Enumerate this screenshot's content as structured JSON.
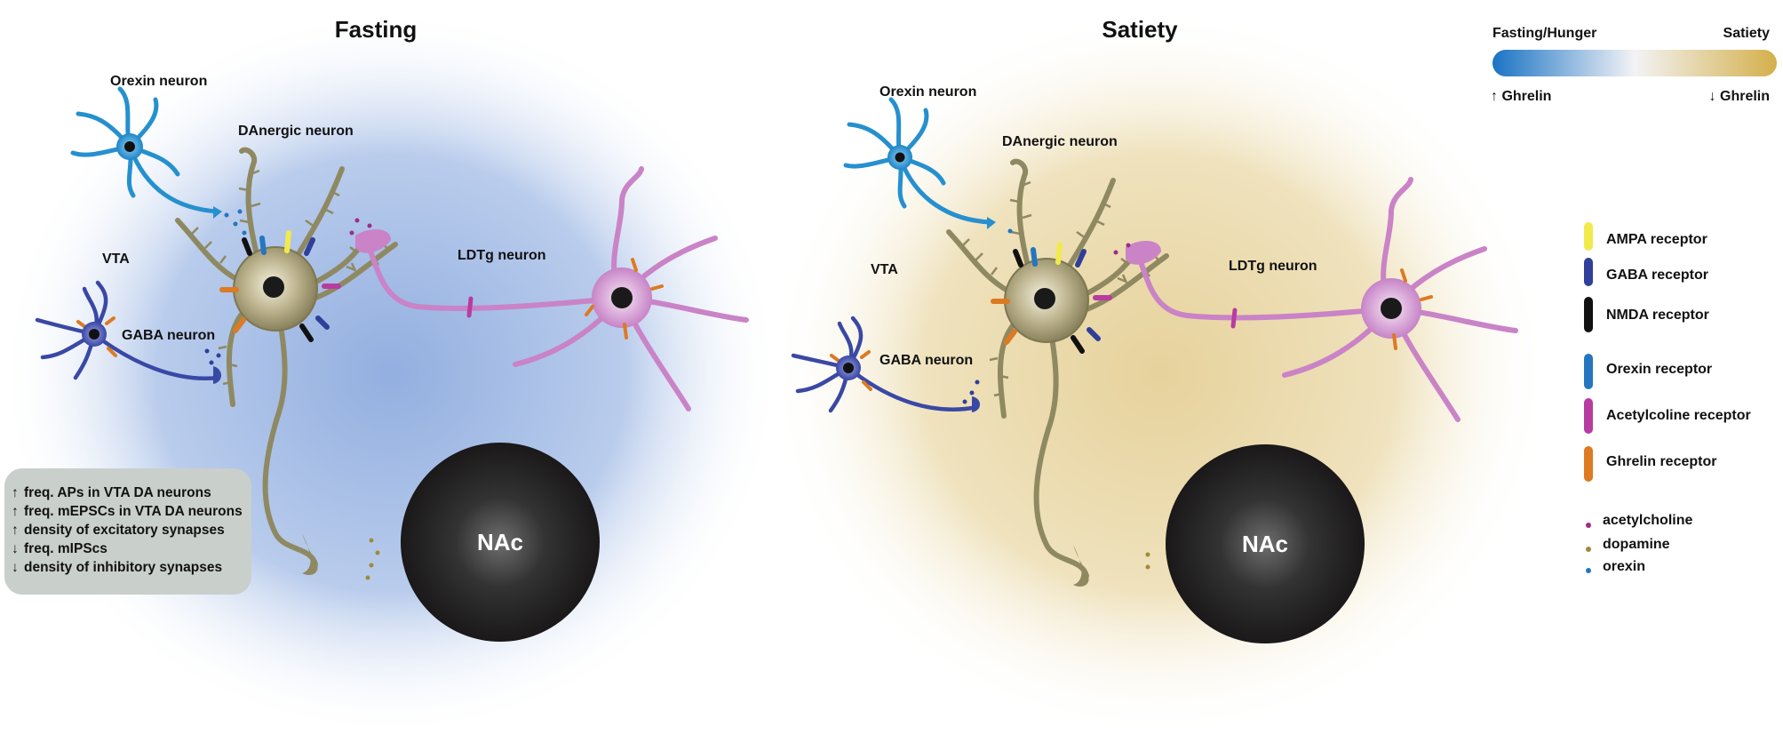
{
  "panels": {
    "fasting": {
      "title": "Fasting",
      "orexin_label": "Orexin neuron",
      "da_label": "DAnergic neuron",
      "vta_label": "VTA",
      "gaba_label": "GABA neuron",
      "ldtg_label": "LDTg neuron",
      "nac_label": "NAc"
    },
    "satiety": {
      "title": "Satiety",
      "orexin_label": "Orexin neuron",
      "da_label": "DAnergic neuron",
      "vta_label": "VTA",
      "gaba_label": "GABA neuron",
      "ldtg_label": "LDTg neuron",
      "nac_label": "NAc"
    }
  },
  "info_box": {
    "rows": [
      {
        "arrow": "↑",
        "text": "freq. APs in VTA DA neurons"
      },
      {
        "arrow": "↑",
        "text": "freq. mEPSCs in VTA DA neurons"
      },
      {
        "arrow": "↑",
        "text": "density of excitatory synapses"
      },
      {
        "arrow": "↓",
        "text": "freq. mIPScs"
      },
      {
        "arrow": "↓",
        "text": "density of inhibitory synapses"
      }
    ]
  },
  "scale_bar": {
    "left_label": "Fasting/Hunger",
    "right_label": "Satiety",
    "left_sub": "↑ Ghrelin",
    "right_sub": "↓ Ghrelin",
    "color_start": "#1a73c4",
    "color_end": "#d4b04a"
  },
  "receptor_legend": [
    {
      "label": "AMPA receptor",
      "color": "#f2ea4a"
    },
    {
      "label": "GABA receptor",
      "color": "#2f3f9a"
    },
    {
      "label": "NMDA receptor",
      "color": "#111111"
    },
    {
      "label": "Orexin receptor",
      "color": "#2476c0"
    },
    {
      "label": "Acetylcoline receptor",
      "color": "#b83ca0"
    },
    {
      "label": "Ghrelin receptor",
      "color": "#dd7a22"
    }
  ],
  "transmitter_legend": [
    {
      "label": "acetylcholine",
      "color": "#9b2d8a"
    },
    {
      "label": "dopamine",
      "color": "#a08a3a"
    },
    {
      "label": "orexin",
      "color": "#2476c0"
    }
  ],
  "colors": {
    "fasting_bg": "#9fb8e3",
    "satiety_bg": "#ecdcad",
    "da_neuron": "#8f8962",
    "orexin_neuron": "#2590cf",
    "gaba_neuron": "#3a48a5",
    "ldtg_neuron": "#c983c6",
    "nac": "#1c1a1b",
    "info_box": "#c9cfcb"
  }
}
